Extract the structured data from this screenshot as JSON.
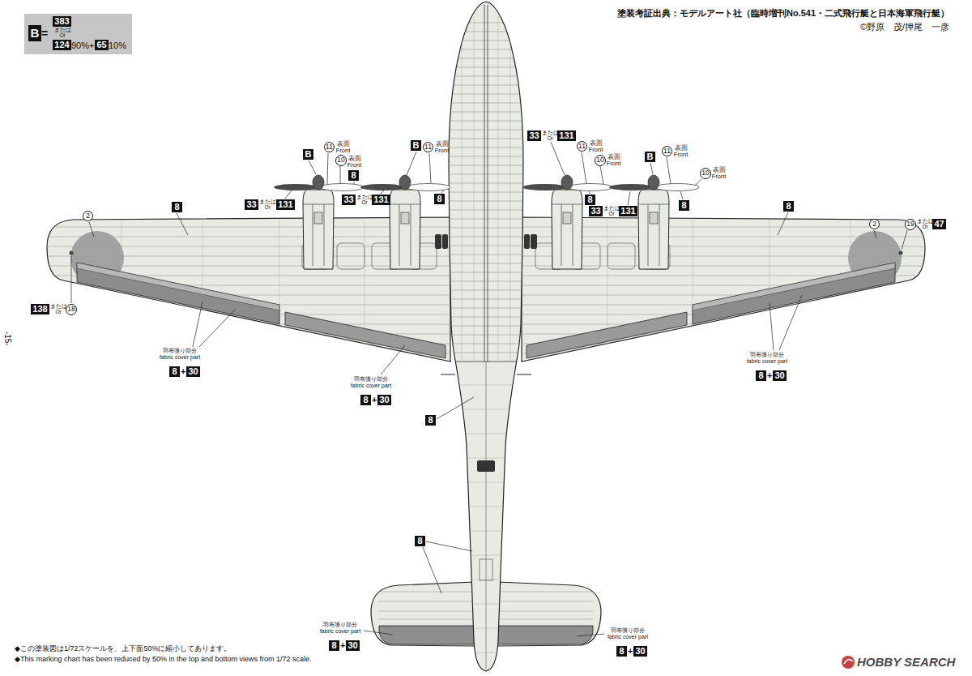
{
  "diagram": {
    "nodes": [
      {
        "text": [
          "=",
          "または Or",
          "90%+",
          "10%"
        ]
      },
      {
        "text": [
          "B"
        ],
        "in": 0
      },
      {
        "text": [
          "383"
        ],
        "in": 0
      },
      {
        "text": [
          "124"
        ],
        "in": 0
      },
      {
        "text": [
          "65"
        ],
        "in": 0
      },
      {
        "text": [
          "B"
        ]
      },
      {
        "text": [
          "11"
        ]
      },
      {
        "text": [
          "10"
        ]
      },
      {
        "text": [
          "8"
        ]
      },
      {
        "text": [
          "33"
        ]
      },
      {
        "text": [
          "131"
        ]
      },
      {
        "text": [
          "B"
        ]
      },
      {
        "text": [
          "11"
        ]
      },
      {
        "text": [
          "8"
        ]
      },
      {
        "text": [
          "33"
        ]
      },
      {
        "text": [
          "131"
        ]
      },
      {
        "text": [
          "33"
        ]
      },
      {
        "text": [
          "131"
        ]
      },
      {
        "text": [
          "11"
        ]
      },
      {
        "text": [
          "10"
        ]
      },
      {
        "text": [
          "8"
        ]
      },
      {
        "text": [
          "B"
        ]
      },
      {
        "text": [
          "11"
        ]
      },
      {
        "text": [
          "10"
        ]
      },
      {
        "text": [
          "33"
        ]
      },
      {
        "text": [
          "131"
        ]
      },
      {
        "text": [
          "8"
        ]
      },
      {
        "text": [
          "8"
        ]
      },
      {
        "text": [
          "8"
        ]
      },
      {
        "text": [
          "2"
        ]
      },
      {
        "text": [
          "2"
        ]
      },
      {
        "text": [
          "19"
        ]
      },
      {
        "text": [
          "47"
        ]
      },
      {
        "text": [
          "138"
        ]
      },
      {
        "text": [
          "18"
        ]
      },
      {
        "text": [
          "8"
        ]
      },
      {
        "text": [
          "30"
        ]
      },
      {
        "text": [
          "8"
        ]
      },
      {
        "text": [
          "30"
        ]
      },
      {
        "text": [
          "8"
        ]
      },
      {
        "text": [
          "30"
        ]
      },
      {
        "text": [
          "8"
        ]
      },
      {
        "text": [
          "8"
        ]
      },
      {
        "text": [
          "8"
        ]
      },
      {
        "text": [
          "30"
        ]
      },
      {
        "text": [
          "8"
        ]
      },
      {
        "text": [
          "30"
        ]
      }
    ],
    "labels": [
      "塗装考証出典：モデルアート社（臨時増刊No.541・二式飛行艇と日本海軍飛行艇）",
      "©野原　茂/押尾　一彦",
      "-15-",
      "表面 Front",
      "表面 Front",
      "または Or",
      "表面 Front",
      "または Or",
      "または Or",
      "表面 Front",
      "表面 Front",
      "表面 Front",
      "表面 Front",
      "または Or",
      "または Or",
      "または Or",
      "羽布張り部分 fabric cover part",
      "+",
      "羽布張り部分 fabric cover part",
      "+",
      "羽布張り部分 fabric cover part",
      "+",
      "羽布張り部分 fabric cover part",
      "+",
      "羽布張り部分 fabric cover part",
      "+",
      "◆この塗装図は1/72スケールを、上下面50%に縮小してあります。",
      "◆This marking chart has been reduced by 50% in the top and bottom views from 1/72 scale.",
      "HOBBY SEARCH"
    ]
  }
}
